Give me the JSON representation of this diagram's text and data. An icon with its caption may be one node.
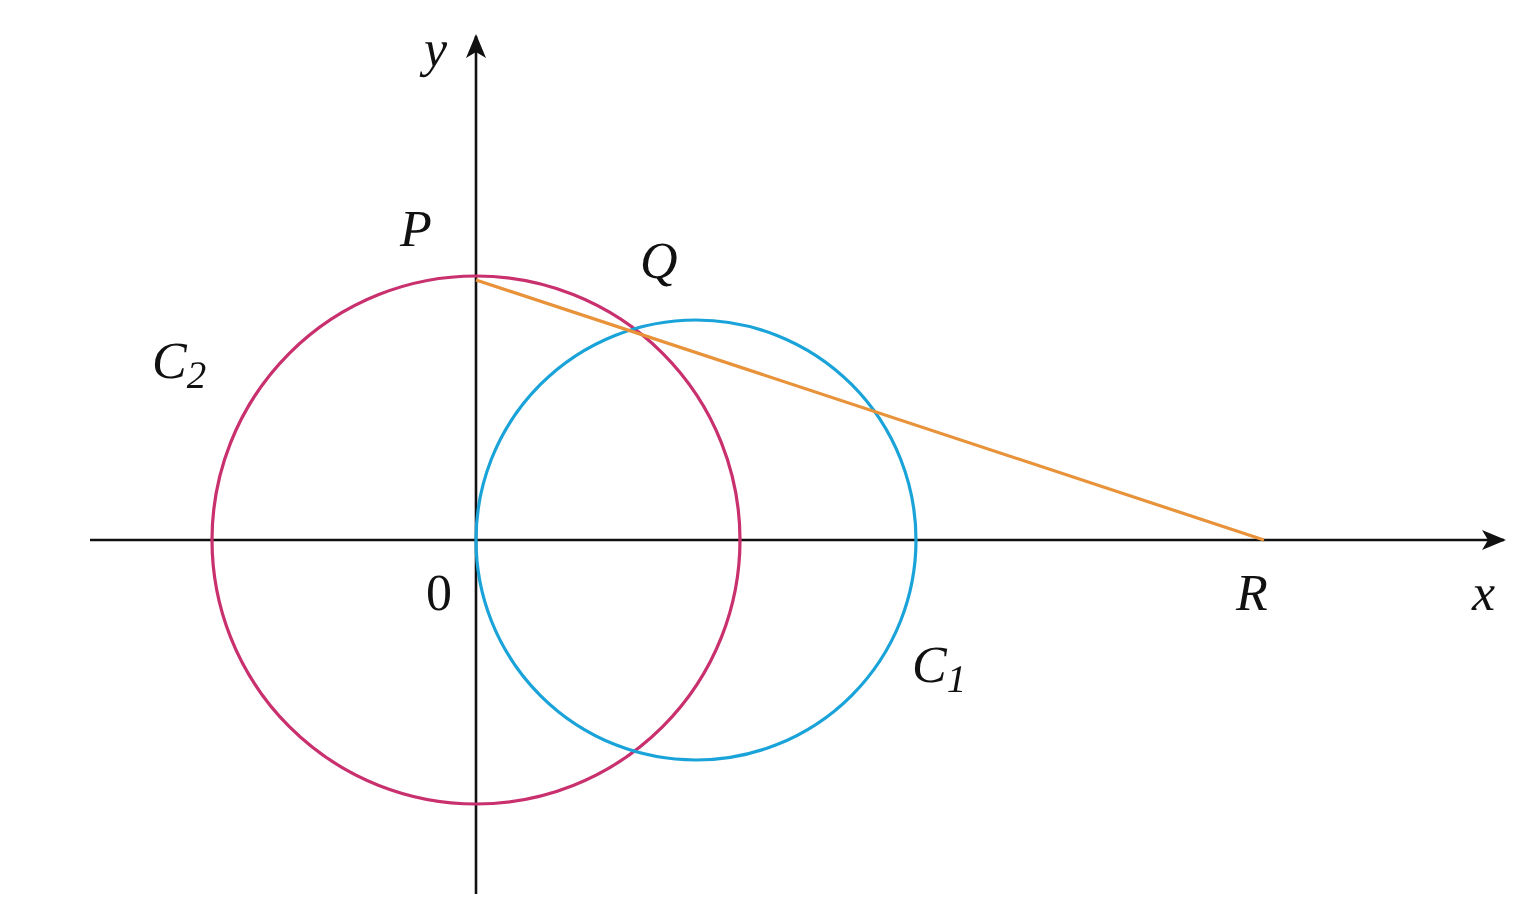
{
  "diagram": {
    "labels": [
      "y",
      "P",
      "Q",
      "C$_{2}$",
      "0",
      "R",
      "x",
      "C$_{1}$"
    ]
  }
}
